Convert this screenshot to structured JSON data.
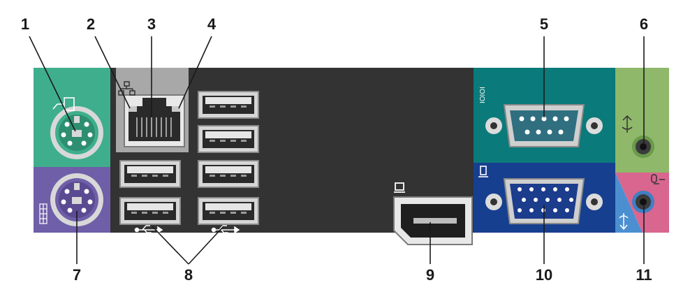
{
  "callouts": {
    "c1": "1",
    "c2": "2",
    "c3": "3",
    "c4": "4",
    "c5": "5",
    "c6": "6",
    "c7": "7",
    "c8": "8",
    "c9": "9",
    "c10": "10",
    "c11": "11"
  },
  "serial_label": "IOIOI",
  "colors": {
    "mouse_panel": "#3fae8c",
    "keyboard_panel": "#6f5ea8",
    "main_panel": "#333333",
    "serial_panel": "#0b7a7a",
    "vga_panel": "#173f8f",
    "line_out_panel": "#8fb86a",
    "mic_panel": "#d9668e",
    "line_in_panel": "#4b8fd1"
  },
  "icons": [
    "mouse-icon",
    "network-icon",
    "usb-icon",
    "displayport-icon",
    "serial-icon",
    "monitor-icon",
    "line-out-icon",
    "microphone-icon",
    "line-in-icon",
    "keyboard-icon"
  ]
}
